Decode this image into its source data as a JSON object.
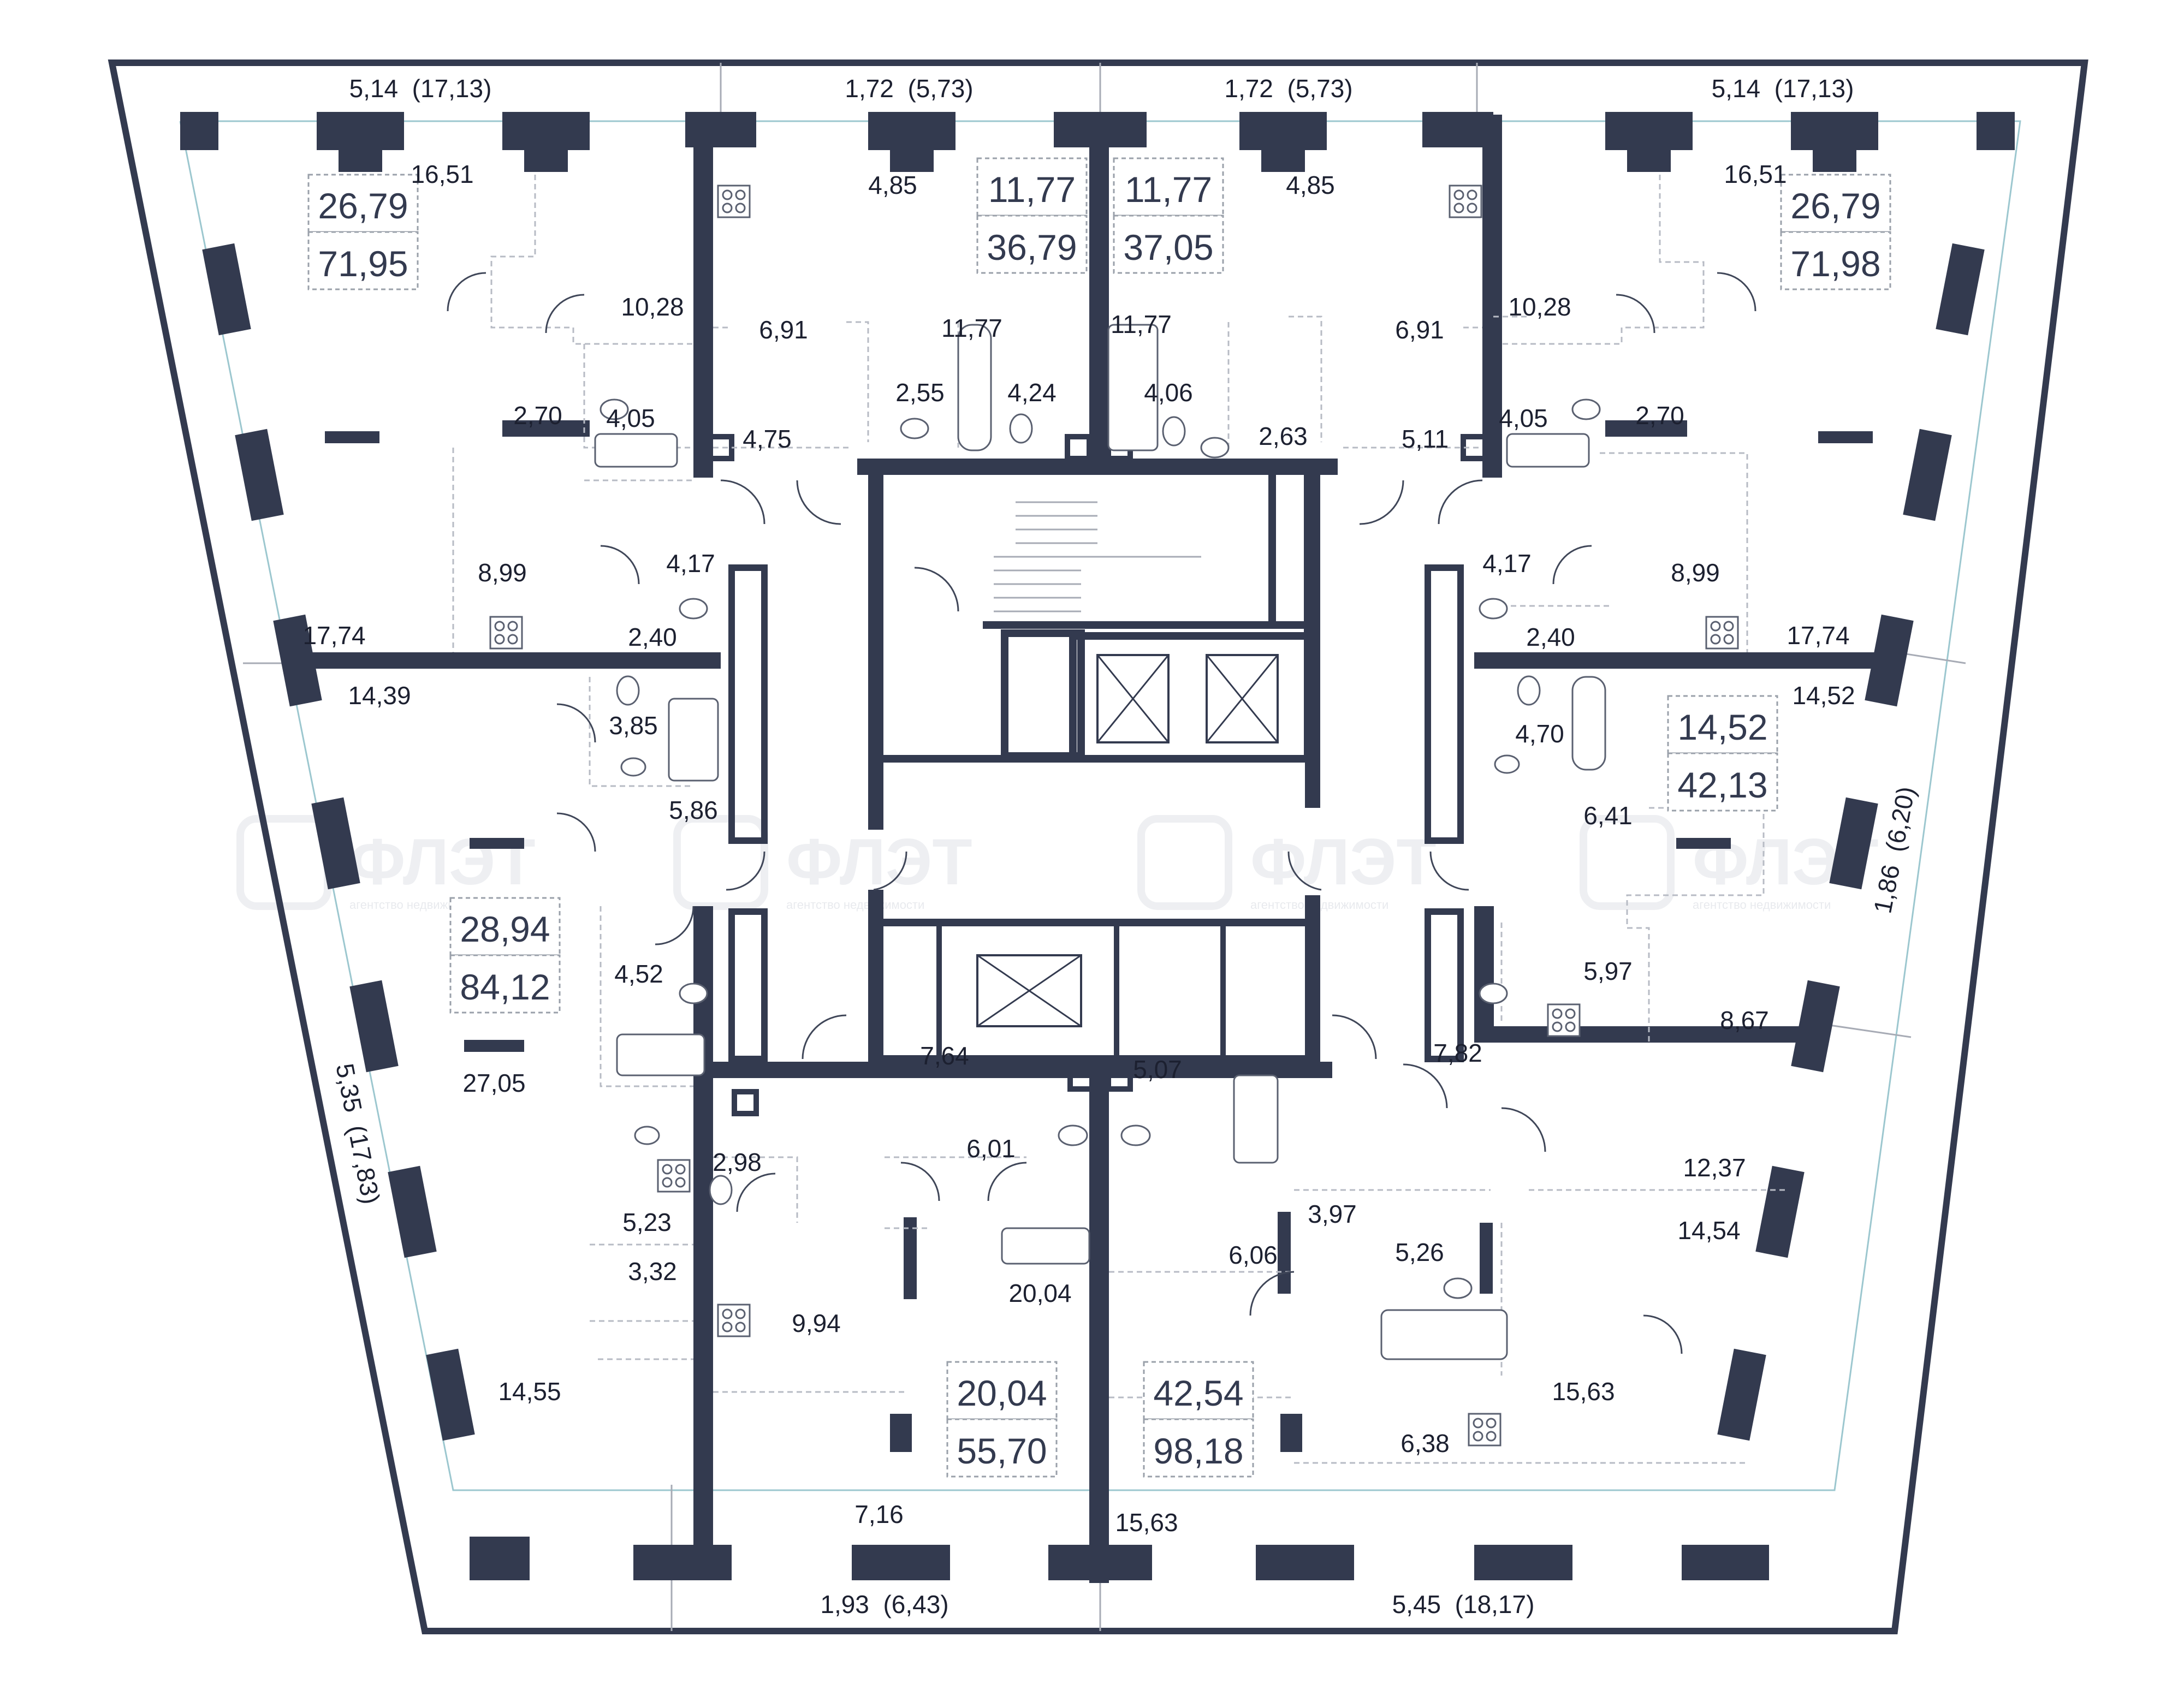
{
  "facade_dimensions": [
    "5,14  (17,13)",
    "1,72  (5,73)",
    "1,72  (5,73)",
    "5,14  (17,13)",
    "1,86  (6,20)",
    "5,35  (17,83)",
    "1,93  (6,43)",
    "5,45  (18,17)"
  ],
  "apartments": [
    {
      "living": "26,79",
      "total": "71,95"
    },
    {
      "living": "11,77",
      "total": "36,79"
    },
    {
      "living": "11,77",
      "total": "37,05"
    },
    {
      "living": "26,79",
      "total": "71,98"
    },
    {
      "living": "14,52",
      "total": "42,13"
    },
    {
      "living": "28,94",
      "total": "84,12"
    },
    {
      "living": "20,04",
      "total": "55,70"
    },
    {
      "living": "42,54",
      "total": "98,18"
    }
  ],
  "room_areas": [
    "16,51",
    "10,28",
    "2,70",
    "4,05",
    "4,75",
    "8,99",
    "4,17",
    "2,40",
    "17,74",
    "14,39",
    "3,85",
    "5,86",
    "4,85",
    "6,91",
    "11,77",
    "2,55",
    "4,24",
    "11,77",
    "4,06",
    "2,63",
    "4,85",
    "6,91",
    "10,28",
    "5,11",
    "4,05",
    "2,70",
    "16,51",
    "4,17",
    "8,99",
    "2,40",
    "17,74",
    "14,52",
    "4,70",
    "6,41",
    "5,97",
    "8,67",
    "7,82",
    "12,37",
    "14,54",
    "3,97",
    "5,26",
    "6,06",
    "15,63",
    "6,38",
    "5,07",
    "15,63",
    "7,64",
    "6,01",
    "20,04",
    "7,16",
    "2,98",
    "9,94",
    "4,52",
    "27,05",
    "5,23",
    "3,32",
    "14,55"
  ],
  "watermark": {
    "brand": "ФЛЭТ",
    "sub": "агентство недвижимости"
  },
  "colors": {
    "wall": "#333a4f",
    "glazing": "#9cc7cf",
    "partition": "#a7abb5"
  }
}
